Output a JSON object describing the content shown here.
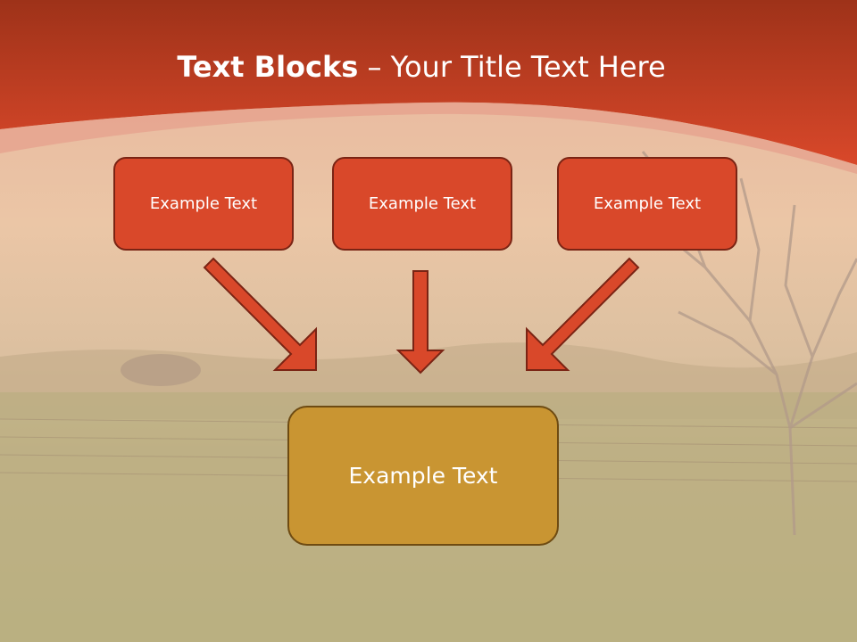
{
  "slide": {
    "title_bold": "Text Blocks",
    "title_rest": " – Your Title Text Here"
  },
  "boxes": {
    "top": [
      {
        "label": "Example Text"
      },
      {
        "label": "Example Text"
      },
      {
        "label": "Example Text"
      }
    ],
    "bottom": {
      "label": "Example Text"
    }
  },
  "colors": {
    "header_red": "#d9482a",
    "top_box_fill": "#d9482a",
    "bottom_box_fill": "#c99532",
    "arrow_fill": "#d9482a"
  }
}
